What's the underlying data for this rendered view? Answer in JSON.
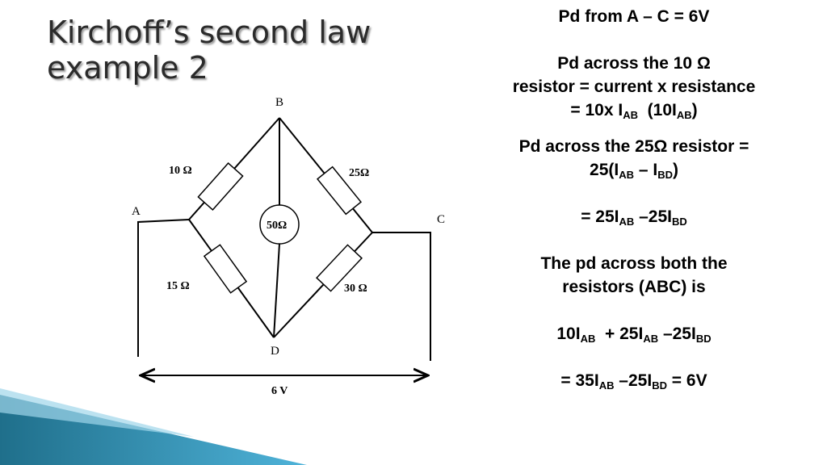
{
  "title": {
    "line1": "Kirchoff’s second law",
    "line2": "example 2"
  },
  "notes": {
    "pd_ac": "Pd from A – C = 6V",
    "pd10_line1": "Pd across the 10 Ω",
    "pd10_line2": "resistor = current x resistance",
    "pd10_line3_a": "= 10x I",
    "pd10_line3_sub1": "AB",
    "pd10_line3_b": "(10I",
    "pd10_line3_sub2": "AB",
    "pd10_line3_c": ")",
    "pd25_line1": "Pd across the 25Ω resistor =",
    "pd25_line2_a": "25(I",
    "pd25_line2_sub1": "AB",
    "pd25_line2_b": " – I",
    "pd25_line2_sub2": "BD",
    "pd25_line2_c": ")",
    "eq1_a": "= 25I",
    "eq1_sub1": "AB",
    "eq1_b": " –25I",
    "eq1_sub2": "BD",
    "both_line1": "The pd across both the",
    "both_line2": "resistors (ABC) is",
    "sum_a": "10I",
    "sum_sub1": "AB",
    "sum_b": "  + 25I",
    "sum_sub2": "AB",
    "sum_c": " –25I",
    "sum_sub3": "BD",
    "final_a": "= 35I",
    "final_sub1": "AB",
    "final_b": " –25I",
    "final_sub2": "BD",
    "final_c": " = 6V"
  },
  "circuit": {
    "nodes": {
      "a": "A",
      "b": "B",
      "c": "C",
      "d": "D"
    },
    "resistors": {
      "ab": "10 Ω",
      "bc": "25Ω",
      "bd": "50Ω",
      "ad": "15 Ω",
      "dc": "30 Ω"
    },
    "voltage": "6 V"
  },
  "colors": {
    "accent_dark": "#1f6f8b",
    "accent_light": "#4fb3d9"
  }
}
